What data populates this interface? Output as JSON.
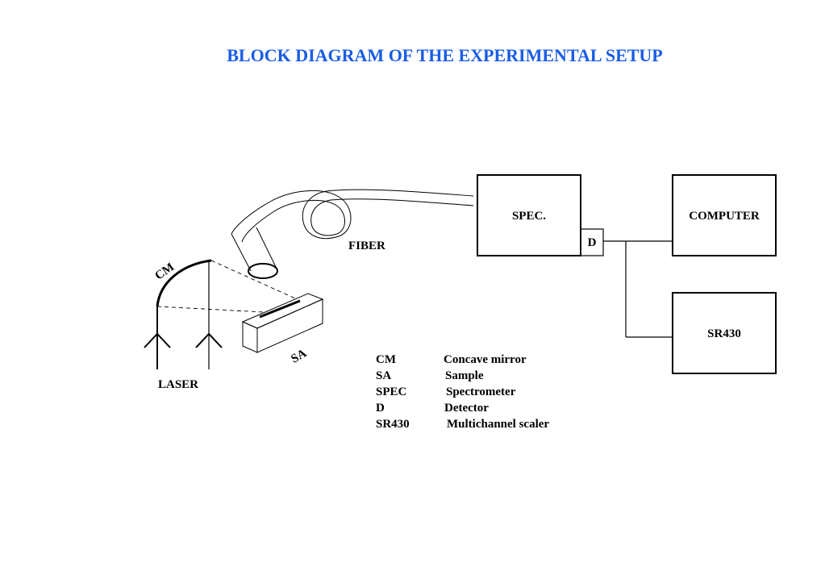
{
  "title": "BLOCK DIAGRAM OF THE EXPERIMENTAL SETUP",
  "colors": {
    "title": "#1a5ce6",
    "lines": "#000000"
  },
  "blocks": {
    "spec": "SPEC.",
    "detector": "D",
    "computer": "COMPUTER",
    "sr430": "SR430"
  },
  "labels": {
    "fiber": "FIBER",
    "cm": "CM",
    "sa": "SA",
    "laser": "LASER"
  },
  "legend": [
    {
      "abbr": "CM",
      "desc": "Concave mirror"
    },
    {
      "abbr": "SA",
      "desc": "Sample"
    },
    {
      "abbr": "SPEC",
      "desc": "Spectrometer"
    },
    {
      "abbr": "D",
      "desc": "Detector"
    },
    {
      "abbr": "SR430",
      "desc": "Multichannel scaler"
    }
  ]
}
